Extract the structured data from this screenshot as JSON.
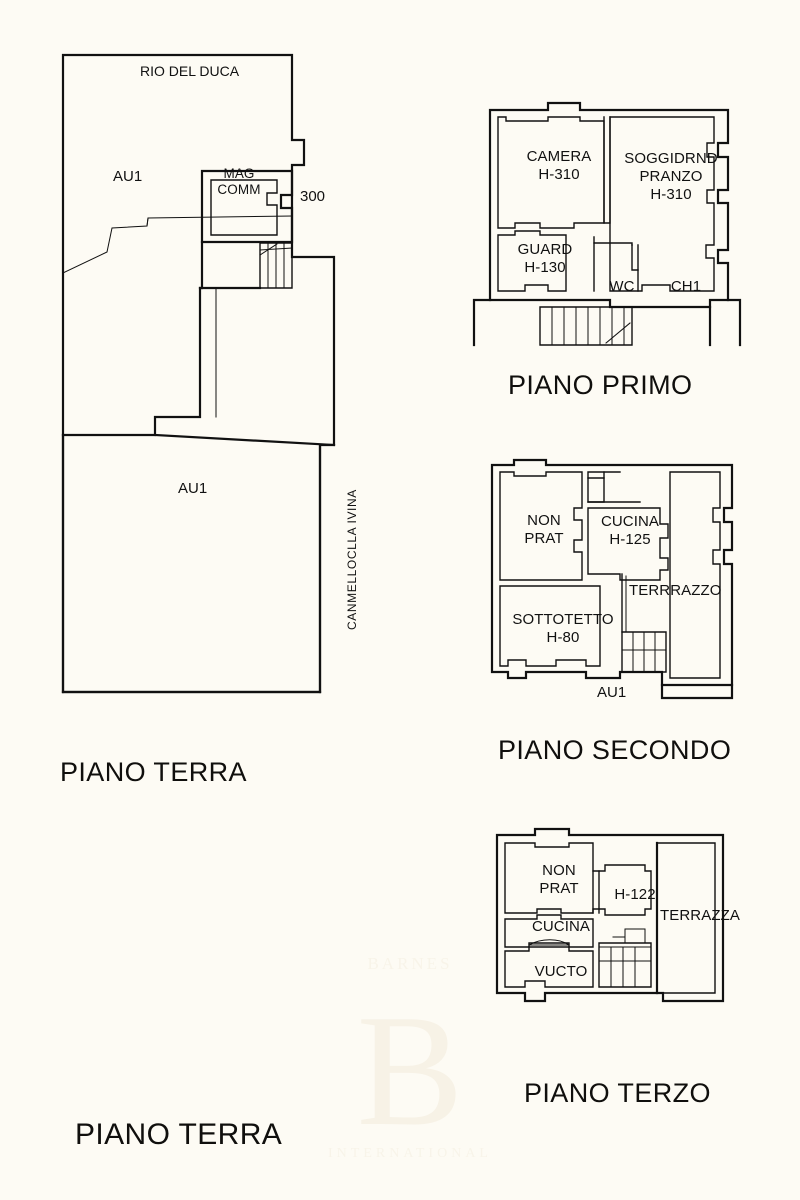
{
  "document": {
    "type": "architectural-floor-plan",
    "background_color": "#fdfbf4",
    "line_color": "#111111"
  },
  "plans": {
    "ground_floor": {
      "title": "PIANO TERRA",
      "labels": {
        "waterway": "RIO DEL DUCA",
        "unit_upper": "AU1",
        "unit_lower": "AU1",
        "storage": "MAG\nCOMM",
        "storage_line1": "MAG",
        "storage_line2": "COMM",
        "civic_number": "300",
        "street": "CANMELLOCLLA IVINA"
      }
    },
    "first_floor": {
      "title": "PIANO PRIMO",
      "rooms": [
        {
          "name": "CAMERA",
          "height": "H-310"
        },
        {
          "name": "SOGGIDRND",
          "name2": "PRANZO",
          "height": "H-310"
        },
        {
          "name": "GUARD",
          "height": "H-130"
        },
        {
          "name": "WC",
          "height": ""
        },
        {
          "name": "CH1",
          "height": ""
        }
      ]
    },
    "second_floor": {
      "title": "PIANO SECONDO",
      "rooms": [
        {
          "name": "NON",
          "name2": "PRAT",
          "height": ""
        },
        {
          "name": "CUCINA",
          "height": "H-125"
        },
        {
          "name": "TERRRAZZO",
          "height": ""
        },
        {
          "name": "SOTTOTETTO",
          "height": "H-80"
        }
      ],
      "unit_label": "AU1"
    },
    "third_floor": {
      "title": "PIANO TERZO",
      "rooms": [
        {
          "name": "NON",
          "name2": "PRAT",
          "height": ""
        },
        {
          "name": "H-122",
          "height": ""
        },
        {
          "name": "CUCINA",
          "height": ""
        },
        {
          "name": "VUCTO",
          "height": ""
        },
        {
          "name": "TERRAZZA",
          "height": ""
        }
      ]
    }
  },
  "bottom_caption": "PIANO TERRA",
  "watermark": {
    "top_text": "BARNES",
    "monogram": "B",
    "bottom_text": "INTERNATIONAL"
  }
}
